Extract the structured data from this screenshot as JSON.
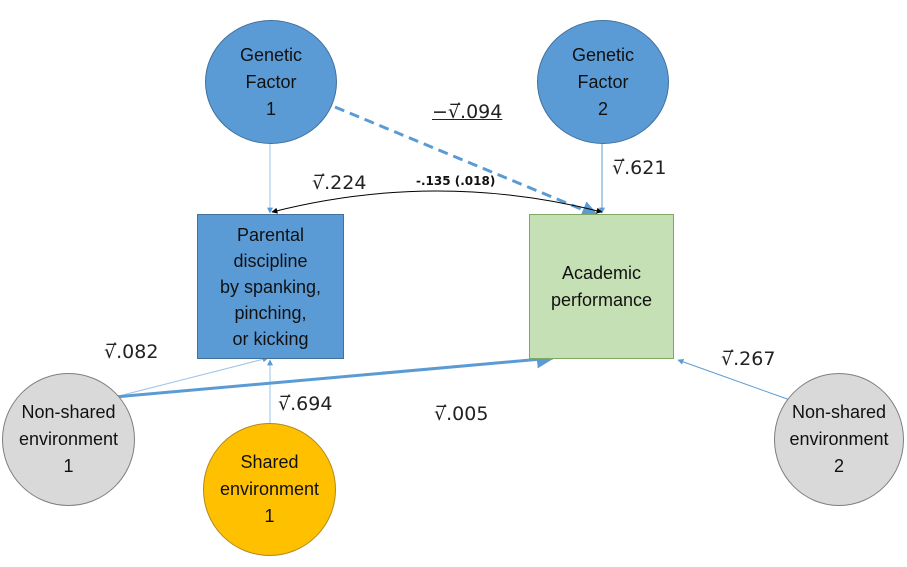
{
  "nodes": {
    "genetic_factor_1": "Genetic\nFactor\n1",
    "genetic_factor_2": "Genetic\nFactor\n2",
    "parental_discipline": "Parental\ndiscipline\nby spanking,\npinching,\nor kicking",
    "academic_performance": "Academic\nperformance",
    "nonshared_env_1": "Non-shared\nenvironment\n1",
    "shared_env_1": "Shared\nenvironment\n1",
    "nonshared_env_2": "Non-shared\nenvironment\n2"
  },
  "paths": {
    "gf1_to_pd": "√̅.224",
    "gf1_to_ap": "−√̅.094",
    "gf2_to_ap": "√̅.621",
    "ns1_to_pd": "√̅.082",
    "ns1_to_ap": "√̅.005",
    "sh1_to_pd": "√̅.694",
    "ns2_to_ap": "√̅.267",
    "covariance": "-.135 (.018)"
  },
  "colors": {
    "genetic": "#5b9bd5",
    "nonshared": "#d9d9d9",
    "shared": "#ffc000",
    "parental_box": "#5b9bd5",
    "academic_box": "#c5e0b4",
    "arrow_blue": "#5b9bd5"
  }
}
